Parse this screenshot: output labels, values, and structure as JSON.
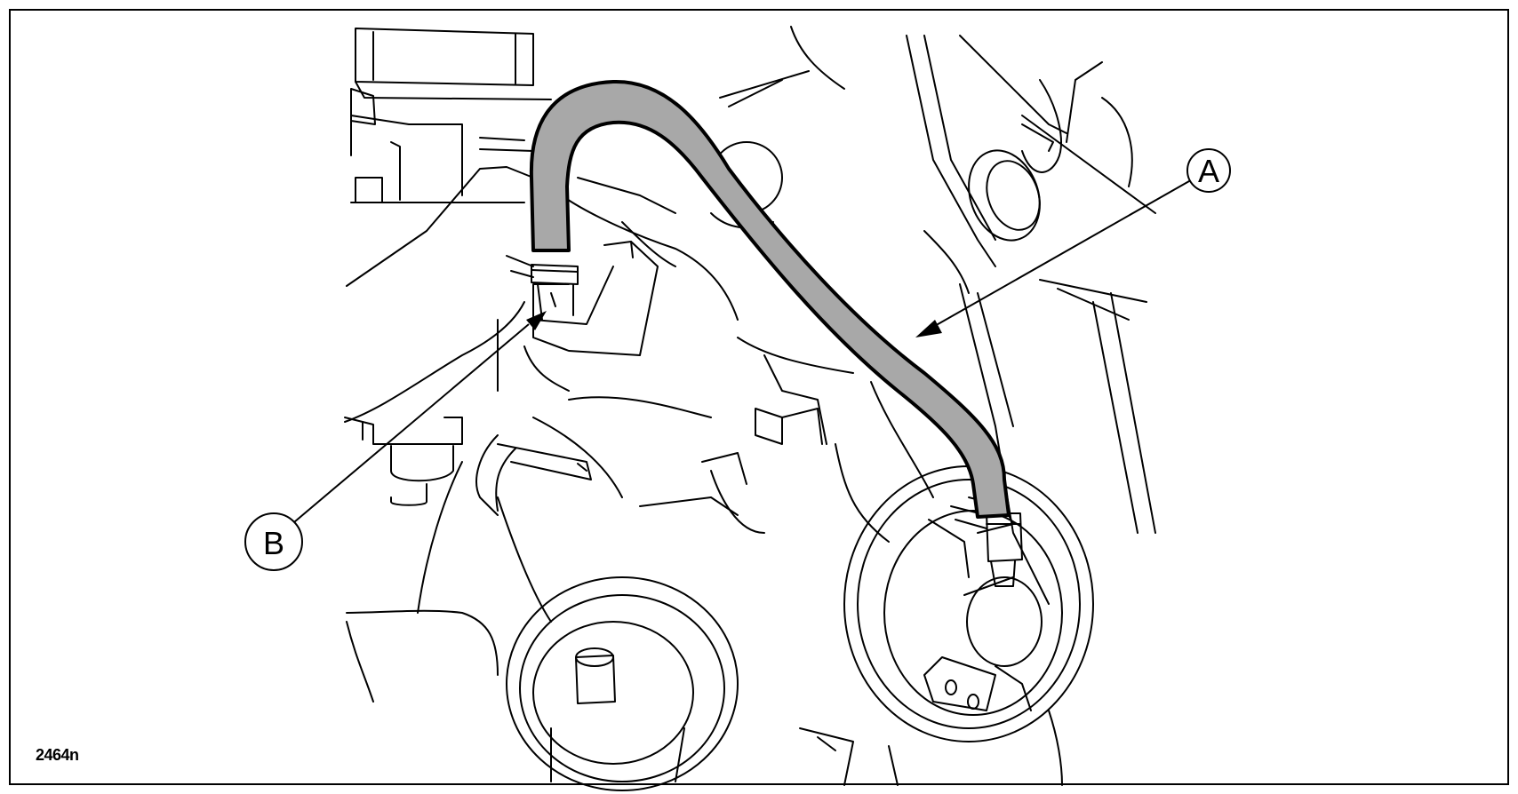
{
  "figure": {
    "id": "2464n",
    "callouts": [
      {
        "label": "A",
        "target": "hose"
      },
      {
        "label": "B",
        "target": "hose-connection"
      }
    ],
    "colors": {
      "line": "#000000",
      "background": "#ffffff",
      "hose_fill": "#a8a8a8"
    }
  }
}
